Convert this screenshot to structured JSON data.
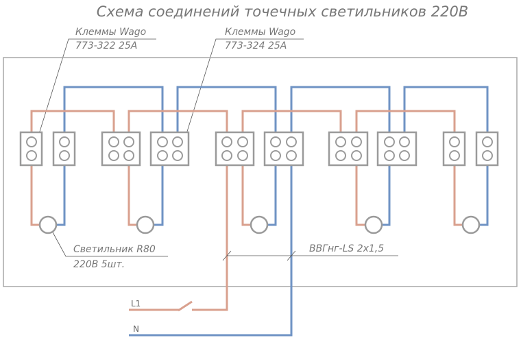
{
  "title": "Схема соединений точечных светильников 220В",
  "labels": {
    "wago1_line1": "Клеммы Wago",
    "wago1_line2": "773-322 25A",
    "wago2_line1": "Клеммы Wago",
    "wago2_line2": "773-324 25A",
    "lamp_line1": "Светильник R80",
    "lamp_line2": "220В 5шт.",
    "cable": "ВВГнг-LS 2х1,5",
    "phase": "L1",
    "neutral": "N"
  },
  "colors": {
    "phase": "#d9a08e",
    "neutral": "#6f93c4",
    "outline": "#9a9a9a"
  }
}
